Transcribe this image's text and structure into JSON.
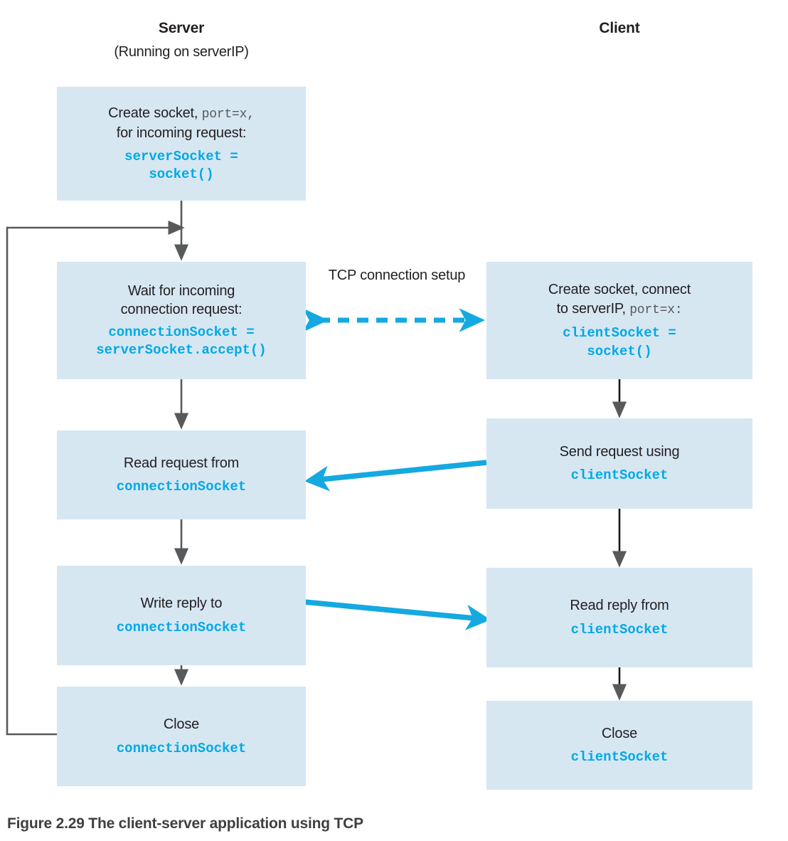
{
  "figure": {
    "caption": "Figure 2.29 The client-server application using TCP",
    "accent_code_color": "#00a9e6",
    "node_fill_color": "#d6e7f2",
    "arrow_gray_color": "#58595b",
    "arrow_blue_color": "#14a9e0"
  },
  "columns": {
    "server": {
      "title": "Server",
      "subtitle": "(Running on serverIP)"
    },
    "client": {
      "title": "Client",
      "subtitle": ""
    }
  },
  "edge_labels": {
    "tcp_setup_line1": "TCP",
    "tcp_setup_line2": "connection setup"
  },
  "server_nodes": [
    {
      "id": "server-create-socket",
      "lines": [
        {
          "text": "Create  socket, ",
          "style": "plain",
          "tail": "port=x,",
          "tail_style": "code-inline"
        },
        {
          "text": "for incoming request:",
          "style": "plain"
        },
        {
          "text": "serverSocket =",
          "style": "code"
        },
        {
          "text": "socket()",
          "style": "code"
        }
      ]
    },
    {
      "id": "server-wait-connection",
      "lines": [
        {
          "text": "Wait for incoming",
          "style": "plain"
        },
        {
          "text": "connection request:",
          "style": "plain"
        },
        {
          "text": "connectionSocket =",
          "style": "code"
        },
        {
          "text": "serverSocket.accept()",
          "style": "code"
        }
      ]
    },
    {
      "id": "server-read-request",
      "lines": [
        {
          "text": "Read request from",
          "style": "plain"
        },
        {
          "text": "connectionSocket",
          "style": "code"
        }
      ]
    },
    {
      "id": "server-write-reply",
      "lines": [
        {
          "text": "Write reply to",
          "style": "plain"
        },
        {
          "text": "connectionSocket",
          "style": "code"
        }
      ]
    },
    {
      "id": "server-close",
      "lines": [
        {
          "text": "Close",
          "style": "plain"
        },
        {
          "text": "connectionSocket",
          "style": "code"
        }
      ]
    }
  ],
  "client_nodes": [
    {
      "id": "client-create-socket",
      "lines": [
        {
          "text": "Create socket, connect",
          "style": "plain"
        },
        {
          "text": "to serverIP, ",
          "style": "plain",
          "tail": "port=x:",
          "tail_style": "code-inline"
        },
        {
          "text": "clientSocket =",
          "style": "code"
        },
        {
          "text": "socket()",
          "style": "code"
        }
      ]
    },
    {
      "id": "client-send-request",
      "lines": [
        {
          "text": "Send request using",
          "style": "plain"
        },
        {
          "text": "clientSocket",
          "style": "code"
        }
      ]
    },
    {
      "id": "client-read-reply",
      "lines": [
        {
          "text": "Read reply from",
          "style": "plain"
        },
        {
          "text": "clientSocket",
          "style": "code"
        }
      ]
    },
    {
      "id": "client-close",
      "lines": [
        {
          "text": "Close",
          "style": "plain"
        },
        {
          "text": "clientSocket",
          "style": "code"
        }
      ]
    }
  ],
  "diagram_data": {
    "type": "flowchart",
    "lanes": [
      "Server",
      "Client"
    ],
    "flows": [
      "Server: Create socket port=x -> Wait for incoming connection request",
      "Client: Create socket connect to serverIP port=x -> TCP connection setup (bidirectional) -> Server: Wait for incoming connection request",
      "Client: Send request using clientSocket -> Server: Read request from connectionSocket",
      "Server: Write reply to connectionSocket -> Client: Read reply from clientSocket",
      "Server: Close connectionSocket -> loops back to Wait for incoming connection request",
      "Client: Read reply from clientSocket -> Close clientSocket"
    ]
  }
}
